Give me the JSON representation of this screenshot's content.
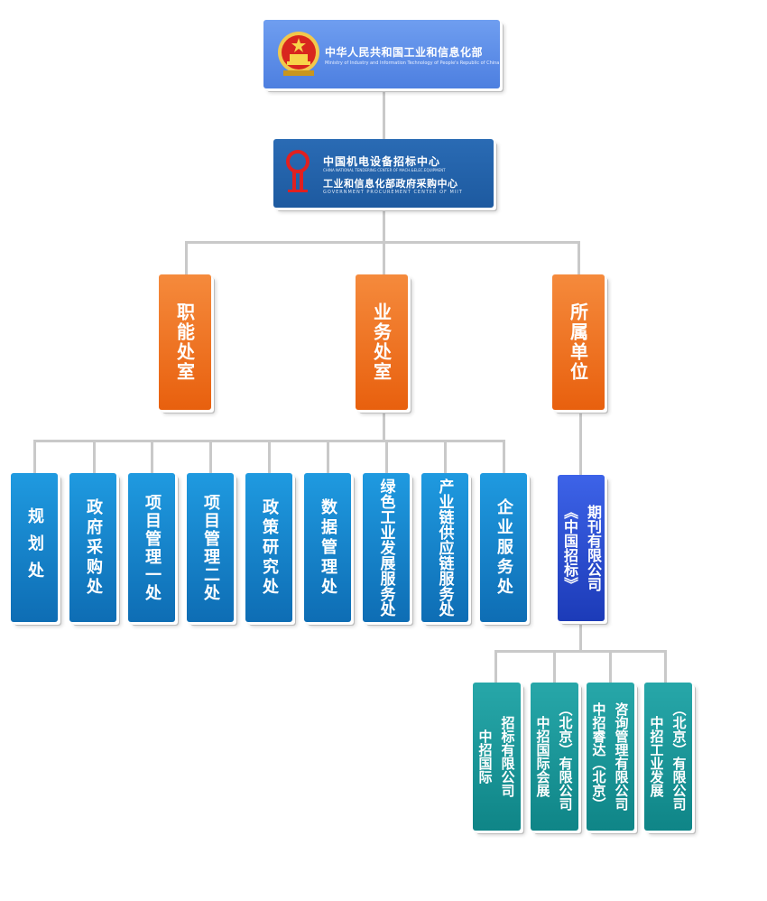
{
  "miit": {
    "name_cn": "中华人民共和国工业和信息化部",
    "name_en": "Ministry of Industry and Information Technology of People's Republic of China"
  },
  "cmec": {
    "name_cn_1": "中国机电设备招标中心",
    "name_en_1": "CHINA NATIONAL TENDERING CENTER OF MACH.&ELEC.EQUIPMENT",
    "name_cn_2": "工业和信息化部政府采购中心",
    "name_en_2": "GOVERNMENT PROCUREMENT CENTER OF MIIT"
  },
  "categories": [
    "职能处室",
    "业务处室",
    "所属单位"
  ],
  "departments": [
    "规划处",
    "政府采购处",
    "项目管理一处",
    "项目管理二处",
    "政策研究处",
    "数据管理处",
    "绿色工业发展服务处",
    "产业链供应链服务处",
    "企业服务处"
  ],
  "journal": [
    "期刊有限公司",
    "《中国招标》"
  ],
  "subsidiaries": [
    [
      "招标有限公司",
      "中招国际"
    ],
    [
      "（北京）有限公司",
      "中招国际会展"
    ],
    [
      "咨询管理有限公司",
      "中招睿达（北京）"
    ],
    [
      "（北京）有限公司",
      "中招工业发展"
    ]
  ]
}
